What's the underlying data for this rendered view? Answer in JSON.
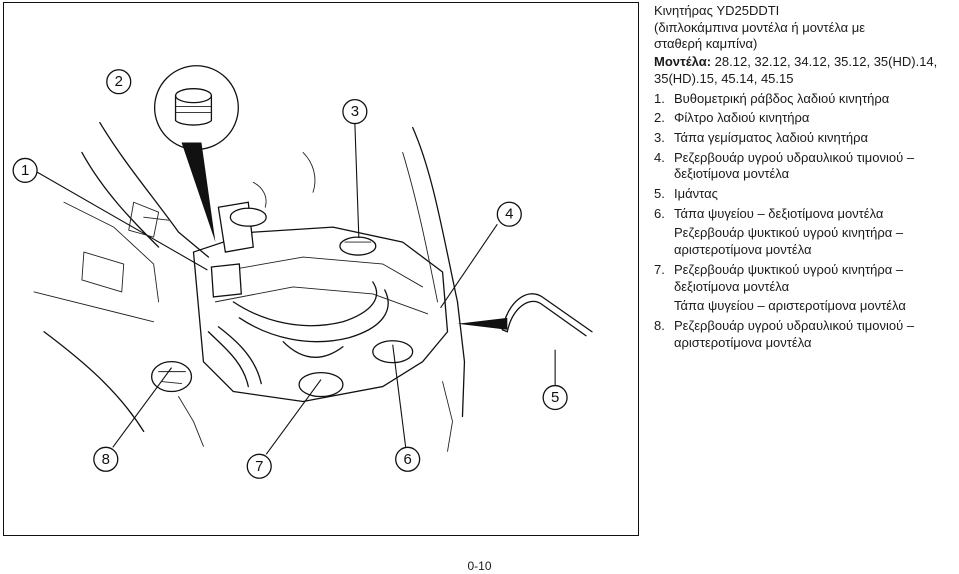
{
  "header": {
    "title_lines": [
      "Κινητήρας YD25DDTI",
      "(διπλοκάμπινα μοντέλα ή μοντέλα με",
      "σταθερή καμπίνα)"
    ]
  },
  "models": {
    "label": "Μοντέλα:",
    "value": " 28.12, 32.12, 34.12, 35.12, 35(HD).14, 35(HD).15, 45.14, 45.15"
  },
  "items": [
    {
      "num": "1.",
      "text": "Βυθομετρική ράβδος λαδιού κινητήρα"
    },
    {
      "num": "2.",
      "text": "Φίλτρο λαδιού κινητήρα"
    },
    {
      "num": "3.",
      "text": "Τάπα γεμίσματος λαδιού κινητήρα"
    },
    {
      "num": "4.",
      "text": "Ρεζερβουάρ υγρού υδραυλικού τιμονιού – δεξιοτίμονα μοντέλα"
    },
    {
      "num": "5.",
      "text": "Ιμάντας"
    },
    {
      "num": "6.",
      "text": "Τάπα ψυγείου – δεξιοτίμονα μοντέλα",
      "sub": "Ρεζερβουάρ ψυκτικού υγρού κινητήρα – αριστεροτίμονα μοντέλα"
    },
    {
      "num": "7.",
      "text": "Ρεζερβουάρ ψυκτικού υγρού κινητήρα – δεξιοτίμονα μοντέλα",
      "sub": "Τάπα ψυγείου – αριστεροτίμονα μοντέλα"
    },
    {
      "num": "8.",
      "text": "Ρεζερβουάρ υγρού υδραυλικού τιμονιού – αριστεροτίμονα μοντέλα"
    }
  ],
  "diagram": {
    "callouts": [
      "1",
      "2",
      "3",
      "4",
      "5",
      "6",
      "7",
      "8"
    ]
  },
  "footer": {
    "page_number": "0-10"
  }
}
